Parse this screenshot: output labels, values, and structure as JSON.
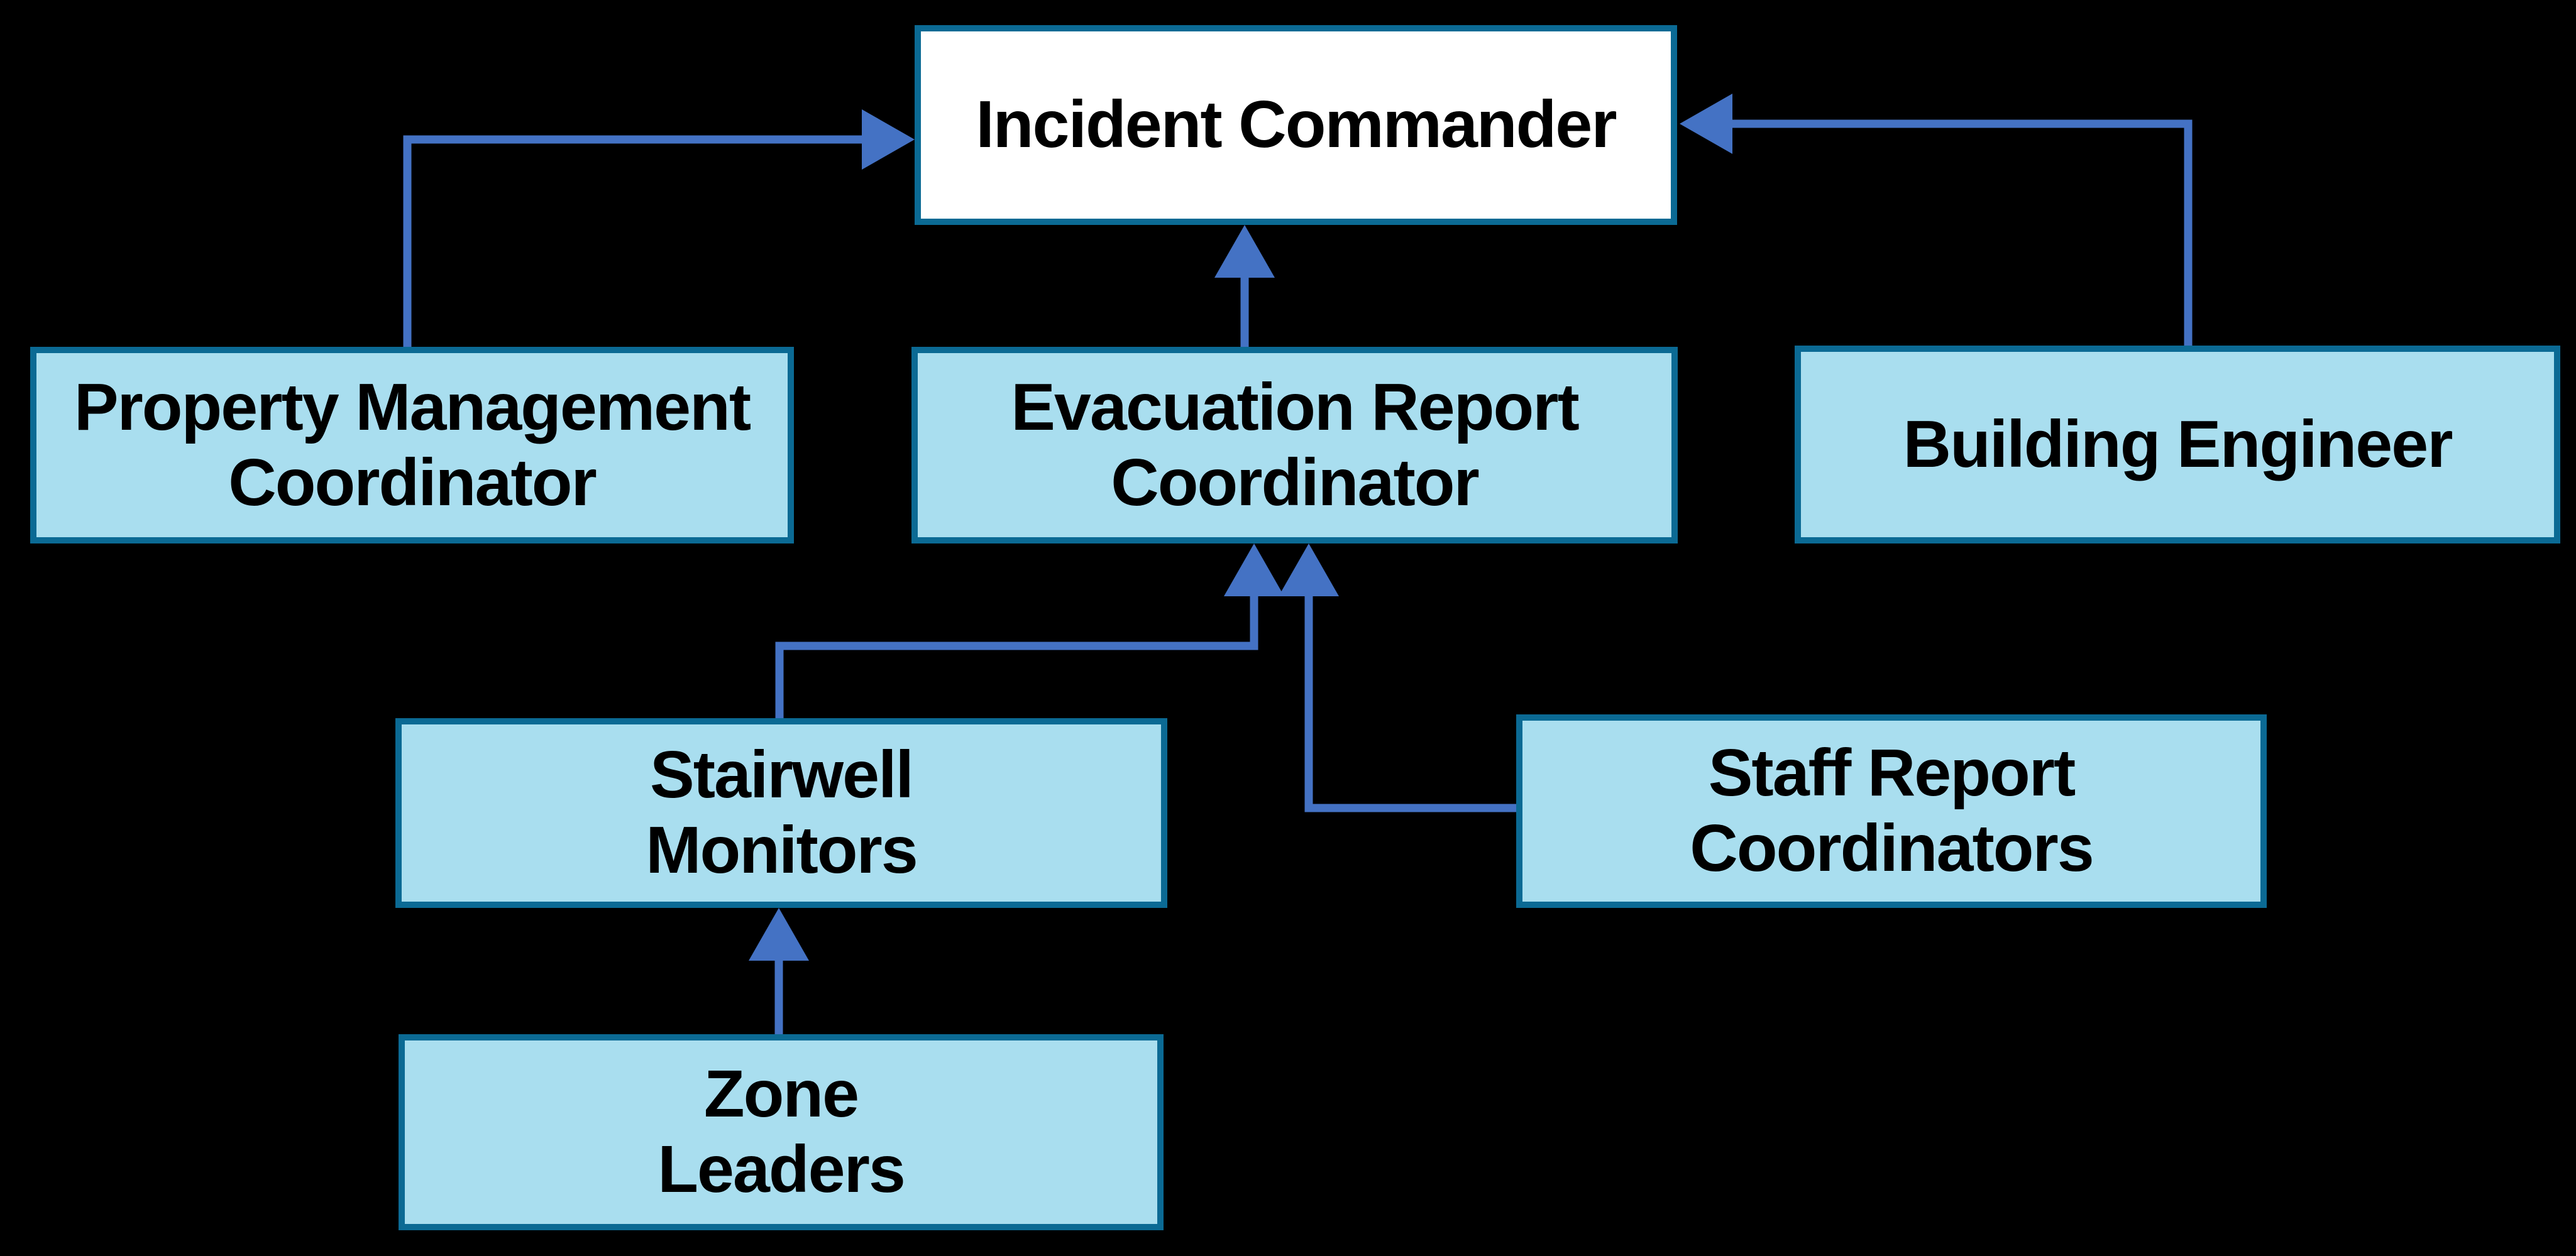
{
  "colors": {
    "background": "#000000",
    "node_fill": "#A9DEEF",
    "node_border": "#0B6A94",
    "commander_fill": "#FFFFFF",
    "connector": "#4472C4",
    "text": "#000000"
  },
  "nodes": [
    {
      "id": "incident-commander",
      "lines": [
        "Incident Commander"
      ]
    },
    {
      "id": "property-management-coordinator",
      "lines": [
        "Property Management",
        "Coordinator"
      ]
    },
    {
      "id": "evacuation-report-coordinator",
      "lines": [
        "Evacuation Report",
        "Coordinator"
      ]
    },
    {
      "id": "building-engineer",
      "lines": [
        "Building Engineer"
      ]
    },
    {
      "id": "stairwell-monitors",
      "lines": [
        "Stairwell",
        "Monitors"
      ]
    },
    {
      "id": "staff-report-coordinators",
      "lines": [
        "Staff Report",
        "Coordinators"
      ]
    },
    {
      "id": "zone-leaders",
      "lines": [
        "Zone",
        "Leaders"
      ]
    }
  ],
  "edges": [
    {
      "from": "property-management-coordinator",
      "to": "incident-commander"
    },
    {
      "from": "evacuation-report-coordinator",
      "to": "incident-commander"
    },
    {
      "from": "building-engineer",
      "to": "incident-commander"
    },
    {
      "from": "stairwell-monitors",
      "to": "evacuation-report-coordinator"
    },
    {
      "from": "staff-report-coordinators",
      "to": "evacuation-report-coordinator"
    },
    {
      "from": "zone-leaders",
      "to": "stairwell-monitors"
    }
  ]
}
